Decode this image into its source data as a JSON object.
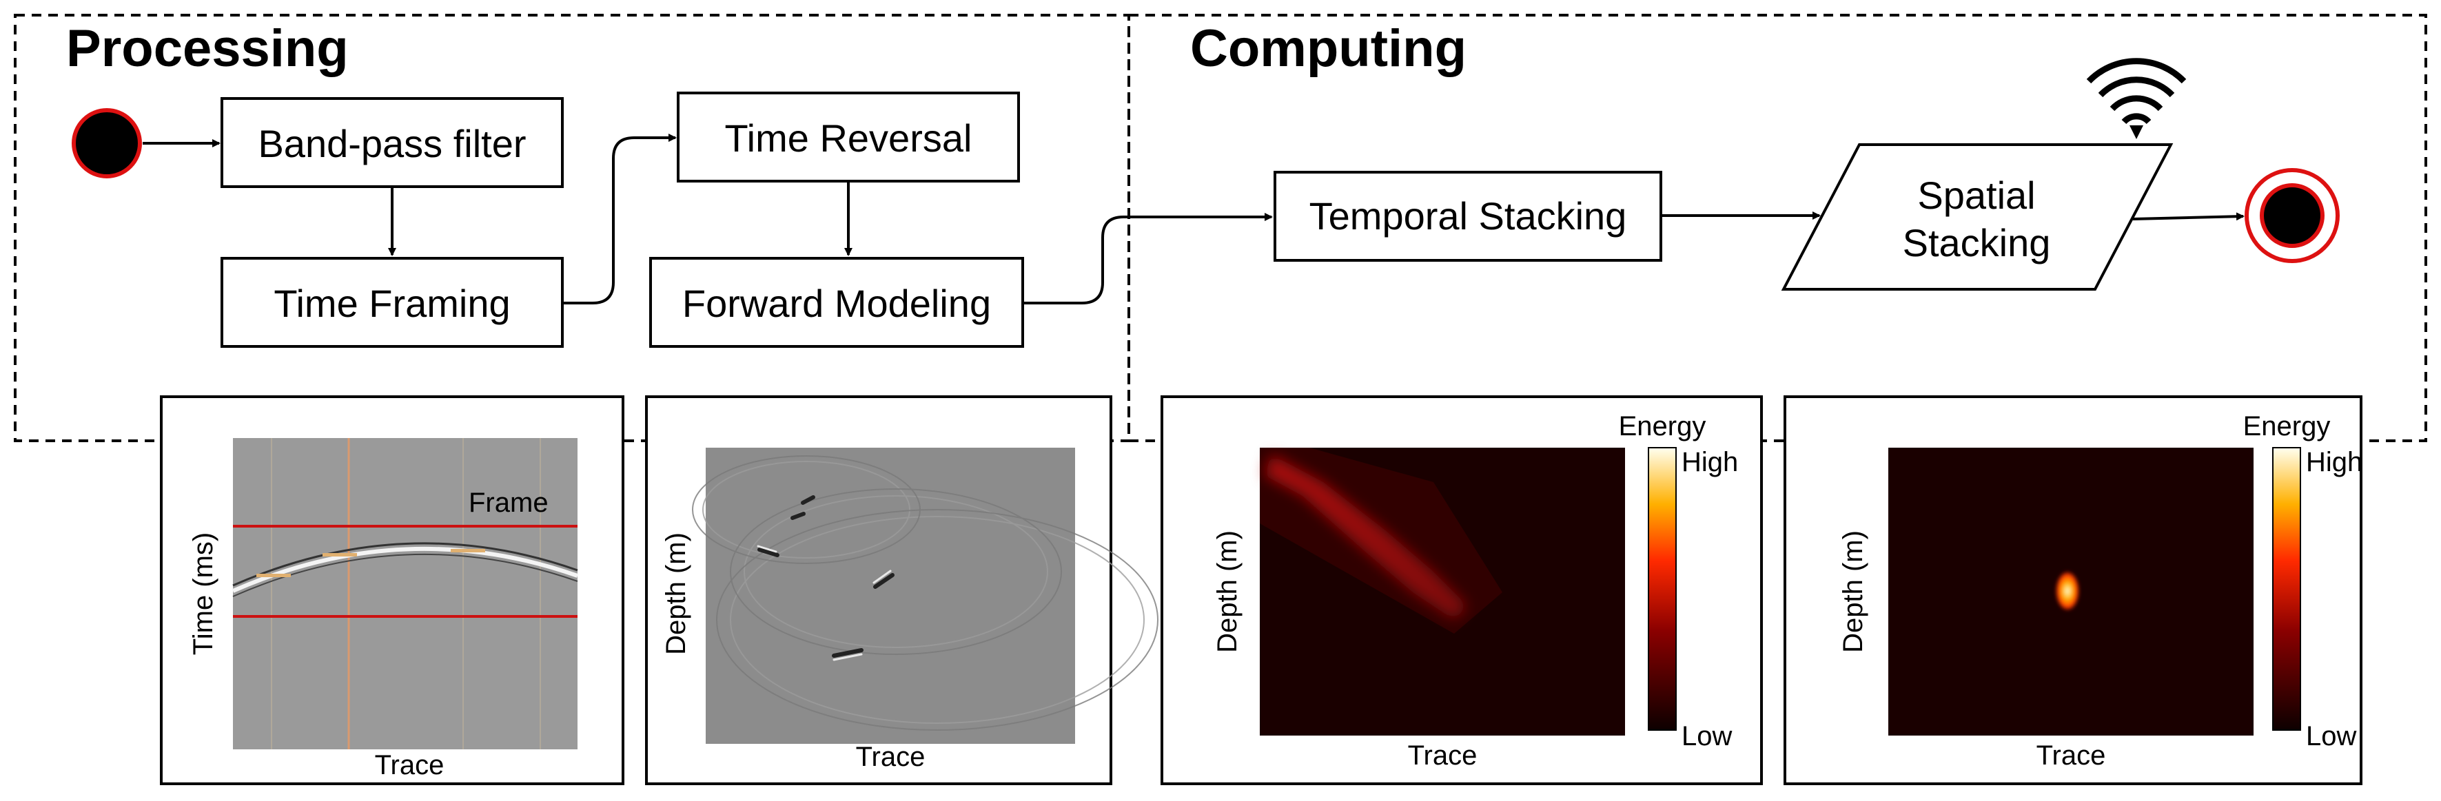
{
  "sections": {
    "processing": "Processing",
    "computing": "Computing"
  },
  "nodes": {
    "bandpass": "Band-pass filter",
    "time_framing": "Time Framing",
    "time_reversal": "Time Reversal",
    "forward_modeling": "Forward Modeling",
    "temporal_stacking": "Temporal Stacking",
    "spatial_stacking_line1": "Spatial",
    "spatial_stacking_line2": "Stacking"
  },
  "icons": {
    "start": "start-node-icon",
    "end": "end-node-icon",
    "wireless": "wireless-signal-icon"
  },
  "panels": [
    {
      "xlabel": "Trace",
      "ylabel": "Time (ms)",
      "annotation": "Frame"
    },
    {
      "xlabel": "Trace",
      "ylabel": "Depth (m)"
    },
    {
      "xlabel": "Trace",
      "ylabel": "Depth (m)",
      "colorbar_title": "Energy",
      "colorbar_high": "High",
      "colorbar_low": "Low"
    },
    {
      "xlabel": "Trace",
      "ylabel": "Depth (m)",
      "colorbar_title": "Energy",
      "colorbar_high": "High",
      "colorbar_low": "Low"
    }
  ],
  "colors": {
    "frame_line": "#cc1111",
    "start_node_ring": "#dd1111",
    "heat_low": "#1a0000",
    "heat_high": "#ffffee"
  }
}
